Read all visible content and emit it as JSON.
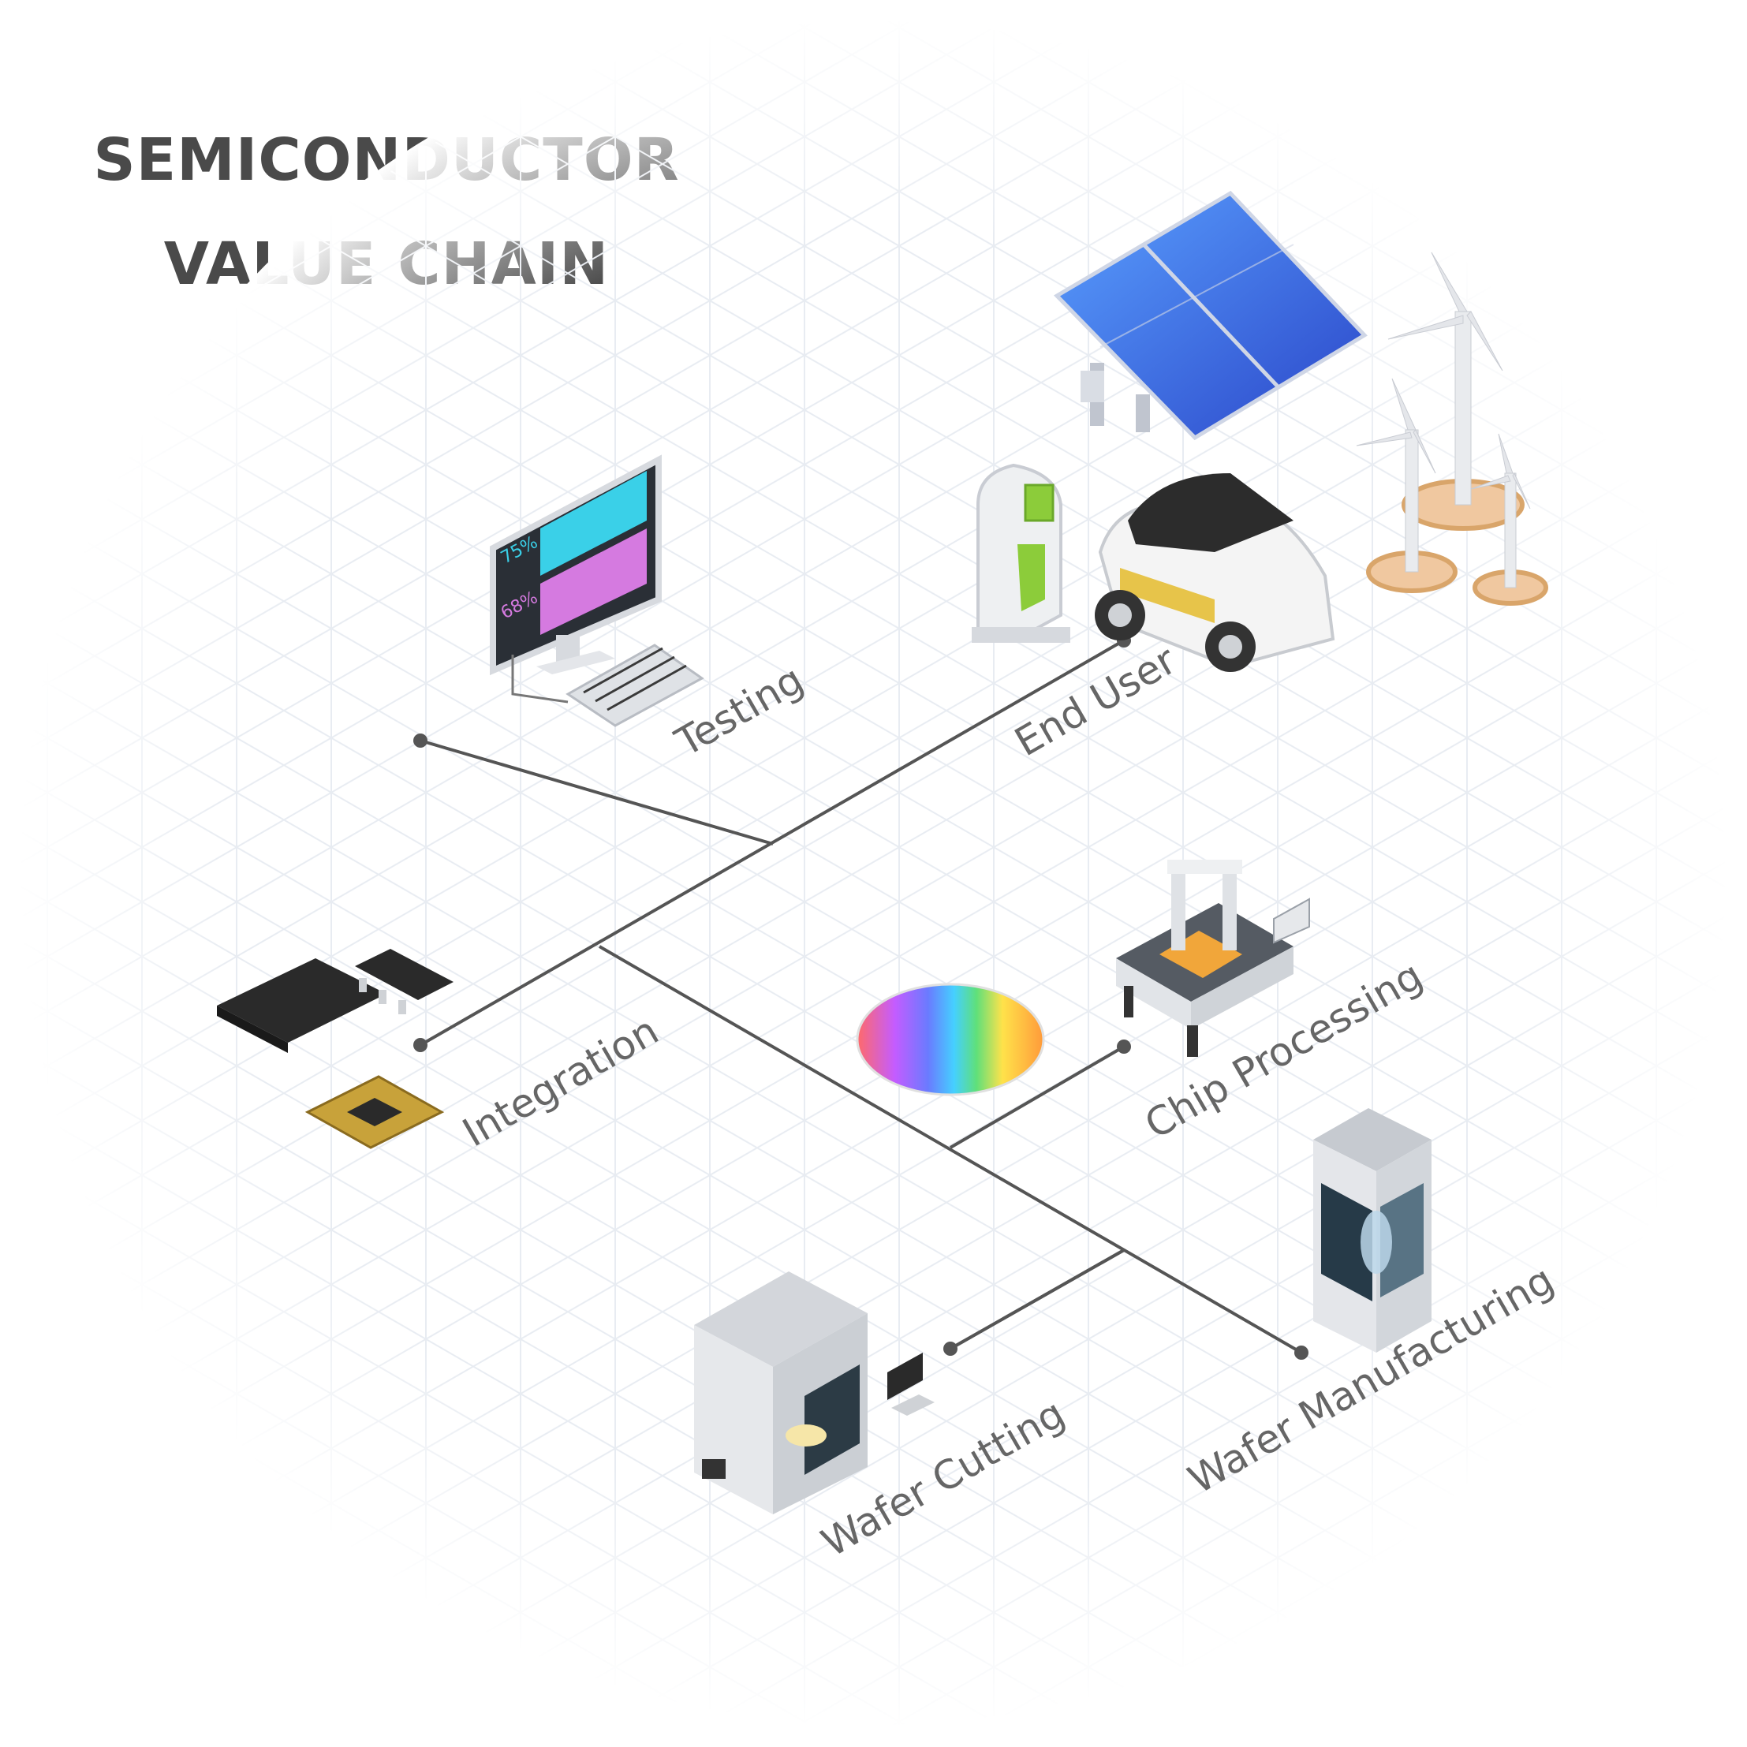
{
  "title": {
    "line1": "SEMICONDUCTOR",
    "line2": "VALUE CHAIN"
  },
  "stages": {
    "testing": "Testing",
    "end_user": "End User",
    "integration": "Integration",
    "chip_processing": "Chip Processing",
    "wafer_cutting": "Wafer Cutting",
    "wafer_manufacturing": "Wafer Manufacturing"
  },
  "monitor": {
    "value1": "75%",
    "value2": "68%"
  },
  "colors": {
    "title": "#4a4a4a",
    "label": "#666666",
    "connector": "#555555",
    "grid": "#e8ecf2"
  }
}
